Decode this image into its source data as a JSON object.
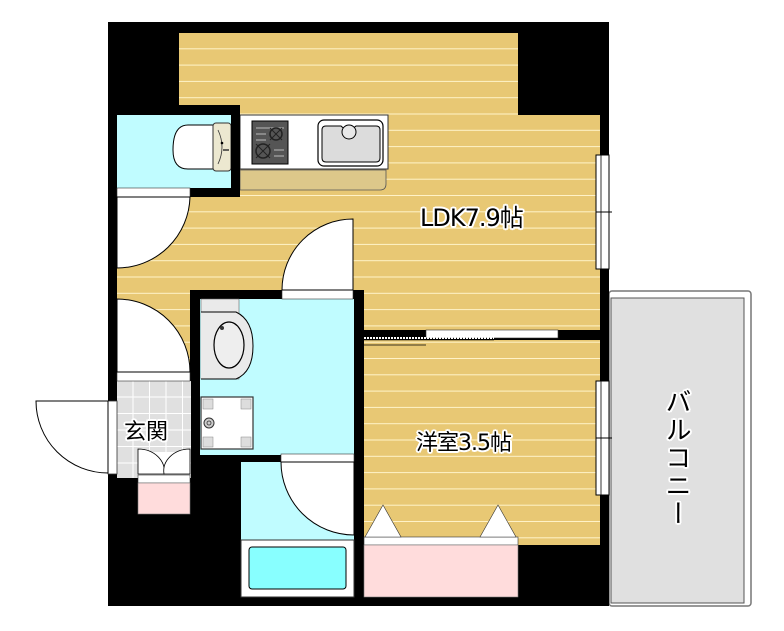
{
  "floorplan": {
    "rooms": {
      "ldk": {
        "label": "LDK7.9帖",
        "type": "living-dining-kitchen",
        "size_jo": 7.9
      },
      "western_room": {
        "label": "洋室3.5帖",
        "type": "western-room",
        "size_jo": 3.5
      },
      "entrance": {
        "label": "玄関",
        "type": "entrance"
      },
      "balcony": {
        "label": "バルコニー",
        "type": "balcony"
      },
      "toilet": {
        "type": "toilet"
      },
      "washroom": {
        "type": "washroom"
      },
      "bathroom": {
        "type": "bathroom"
      }
    },
    "fixtures": [
      "toilet-bowl",
      "gas-stove",
      "kitchen-sink",
      "kitchen-counter",
      "wash-basin",
      "washing-machine-pan",
      "bathtub",
      "shoe-cabinet",
      "closet",
      "windows",
      "sliding-door",
      "swing-doors"
    ],
    "colors": {
      "wall": "#000000",
      "floor_wood": "#e8c874",
      "floor_wood_line": "#fff3c8",
      "wet_area": "#c0fcff",
      "bathtub": "#88ffff",
      "storage": "#ffdcdc",
      "balcony": "#e0e0e0",
      "entrance_tile": "#e0e0e0",
      "counter": "#ddc88a"
    }
  }
}
